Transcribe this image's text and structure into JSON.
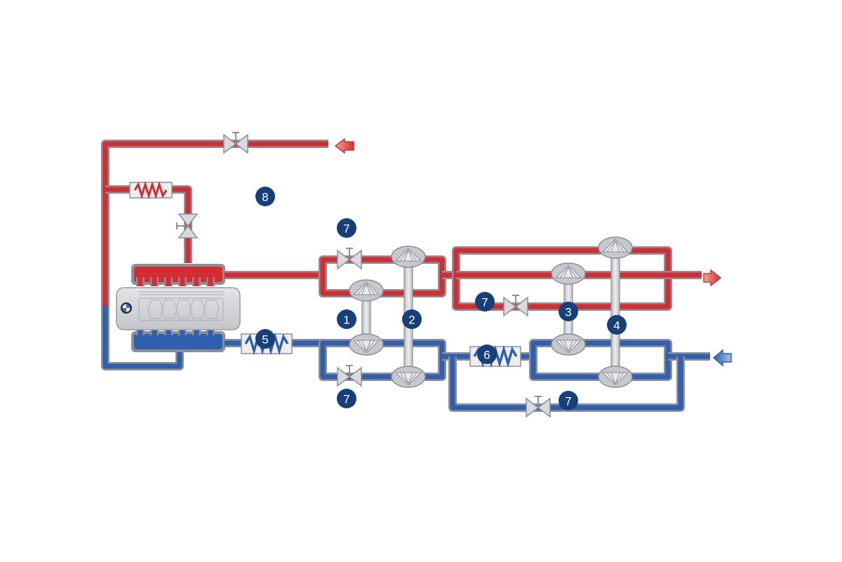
{
  "badges": {
    "b1": "1",
    "b2": "2",
    "b3": "3",
    "b4": "4",
    "b5": "5",
    "b6": "6",
    "b7a": "7",
    "b7b": "7",
    "b7c": "7",
    "b7d": "7",
    "b8": "8"
  },
  "colors": {
    "exhaust": "#d42c32",
    "intake": "#2f5fae",
    "badge": "#173f7a",
    "pipe_outline": "#8c8f96"
  },
  "icons": {
    "exhaust_arrow": "exhaust-outlet-arrow-icon",
    "intake_arrow": "air-intake-arrow-icon",
    "valve": "valve-icon",
    "cooler": "cooler-coil-icon",
    "turbine": "turbine-wheel-icon",
    "compressor": "compressor-wheel-icon",
    "engine": "engine-block-icon",
    "logo": "bmw-logo-icon"
  }
}
